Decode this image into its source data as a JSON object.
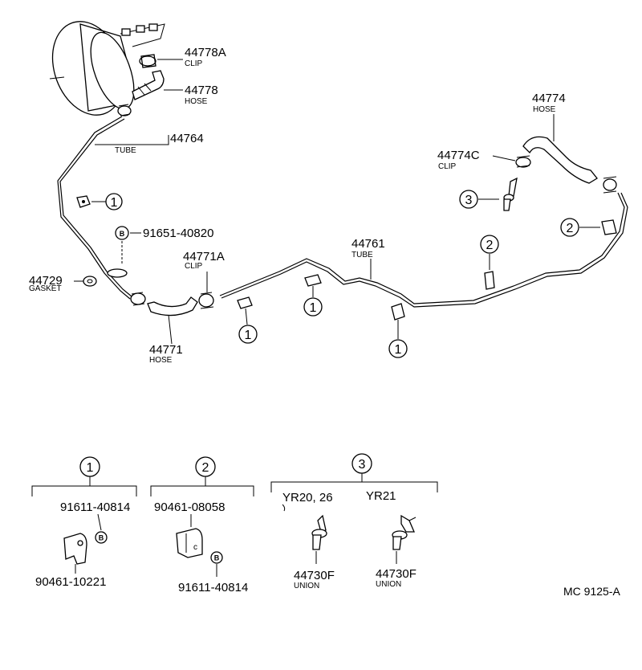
{
  "parts": {
    "clip_44778a": {
      "number": "44778A",
      "name": "CLIP"
    },
    "hose_44778": {
      "number": "44778",
      "name": "HOSE"
    },
    "tube_44764": {
      "number": "44764",
      "name": "TUBE"
    },
    "bolt_91651": {
      "number": "91651-40820"
    },
    "gasket_44729": {
      "number": "44729",
      "name": "GASKET"
    },
    "clip_44771a": {
      "number": "44771A",
      "name": "CLIP"
    },
    "hose_44771": {
      "number": "44771",
      "name": "HOSE"
    },
    "tube_44761": {
      "number": "44761",
      "name": "TUBE"
    },
    "hose_44774": {
      "number": "44774",
      "name": "HOSE"
    },
    "clip_44774c": {
      "number": "44774C",
      "name": "CLIP"
    }
  },
  "callouts": {
    "one": "1",
    "two": "2",
    "three": "3",
    "b": "B"
  },
  "groups": {
    "g1": {
      "label": "1",
      "bolt_number": "91611-40814",
      "clamp_number": "90461-10221"
    },
    "g2": {
      "label": "2",
      "clamp_number": "90461-08058",
      "clamp_letter": "c",
      "bolt_number": "91611-40814"
    },
    "g3": {
      "label": "3",
      "variant_a": "YR20, 26",
      "variant_b": "YR21",
      "union_a": {
        "number": "44730F",
        "name": "UNION"
      },
      "union_b": {
        "number": "44730F",
        "name": "UNION"
      }
    }
  },
  "reference": "MC 9125-A"
}
